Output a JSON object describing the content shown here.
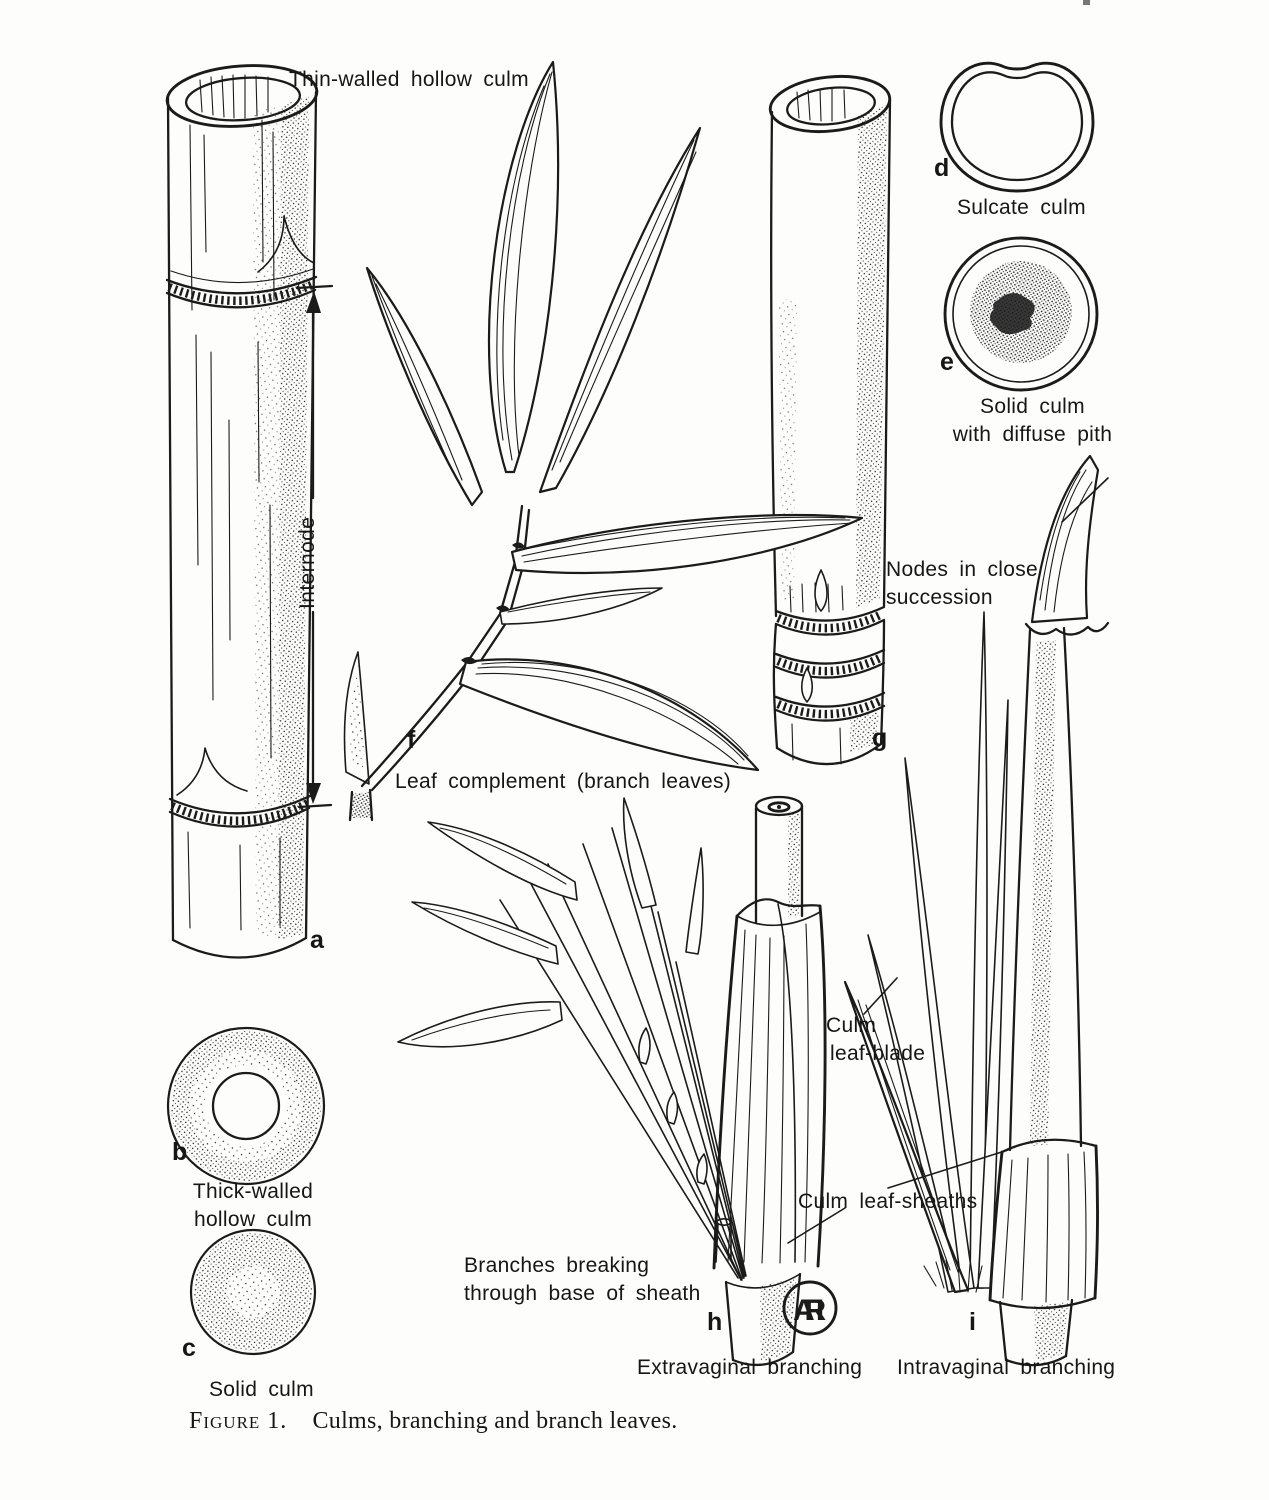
{
  "page": {
    "ink": "#1b1b1b",
    "paper": "#fdfdfb"
  },
  "labels": {
    "thin_walled_hollow_culm": "Thin-walled hollow culm",
    "internode": "Internode",
    "sulcate_culm": "Sulcate culm",
    "solid_culm_diffuse_line1": "Solid culm",
    "solid_culm_diffuse_line2": "with diffuse pith",
    "nodes_in_close_succession_line1": "Nodes in close",
    "nodes_in_close_succession_line2": "succession",
    "leaf_complement": "Leaf complement (branch leaves)",
    "thick_walled_line1": "Thick-walled",
    "thick_walled_line2": "hollow culm",
    "solid_culm": "Solid culm",
    "culm_leaf_blade_line1": "Culm",
    "culm_leaf_blade_line2": "leaf-blade",
    "culm_leaf_sheaths": "Culm leaf-sheaths",
    "branches_breaking_line1": "Branches breaking",
    "branches_breaking_line2": "through base of sheath",
    "extravaginal_branching": "Extravaginal branching",
    "intravaginal_branching": "Intravaginal branching"
  },
  "letters": {
    "a": "a",
    "b": "b",
    "c": "c",
    "d": "d",
    "e": "e",
    "f": "f",
    "g": "g",
    "h": "h",
    "i": "i"
  },
  "monogram": "ARI",
  "figure_caption": {
    "label": "Figure 1.",
    "text": "Culms, branching and branch leaves."
  }
}
